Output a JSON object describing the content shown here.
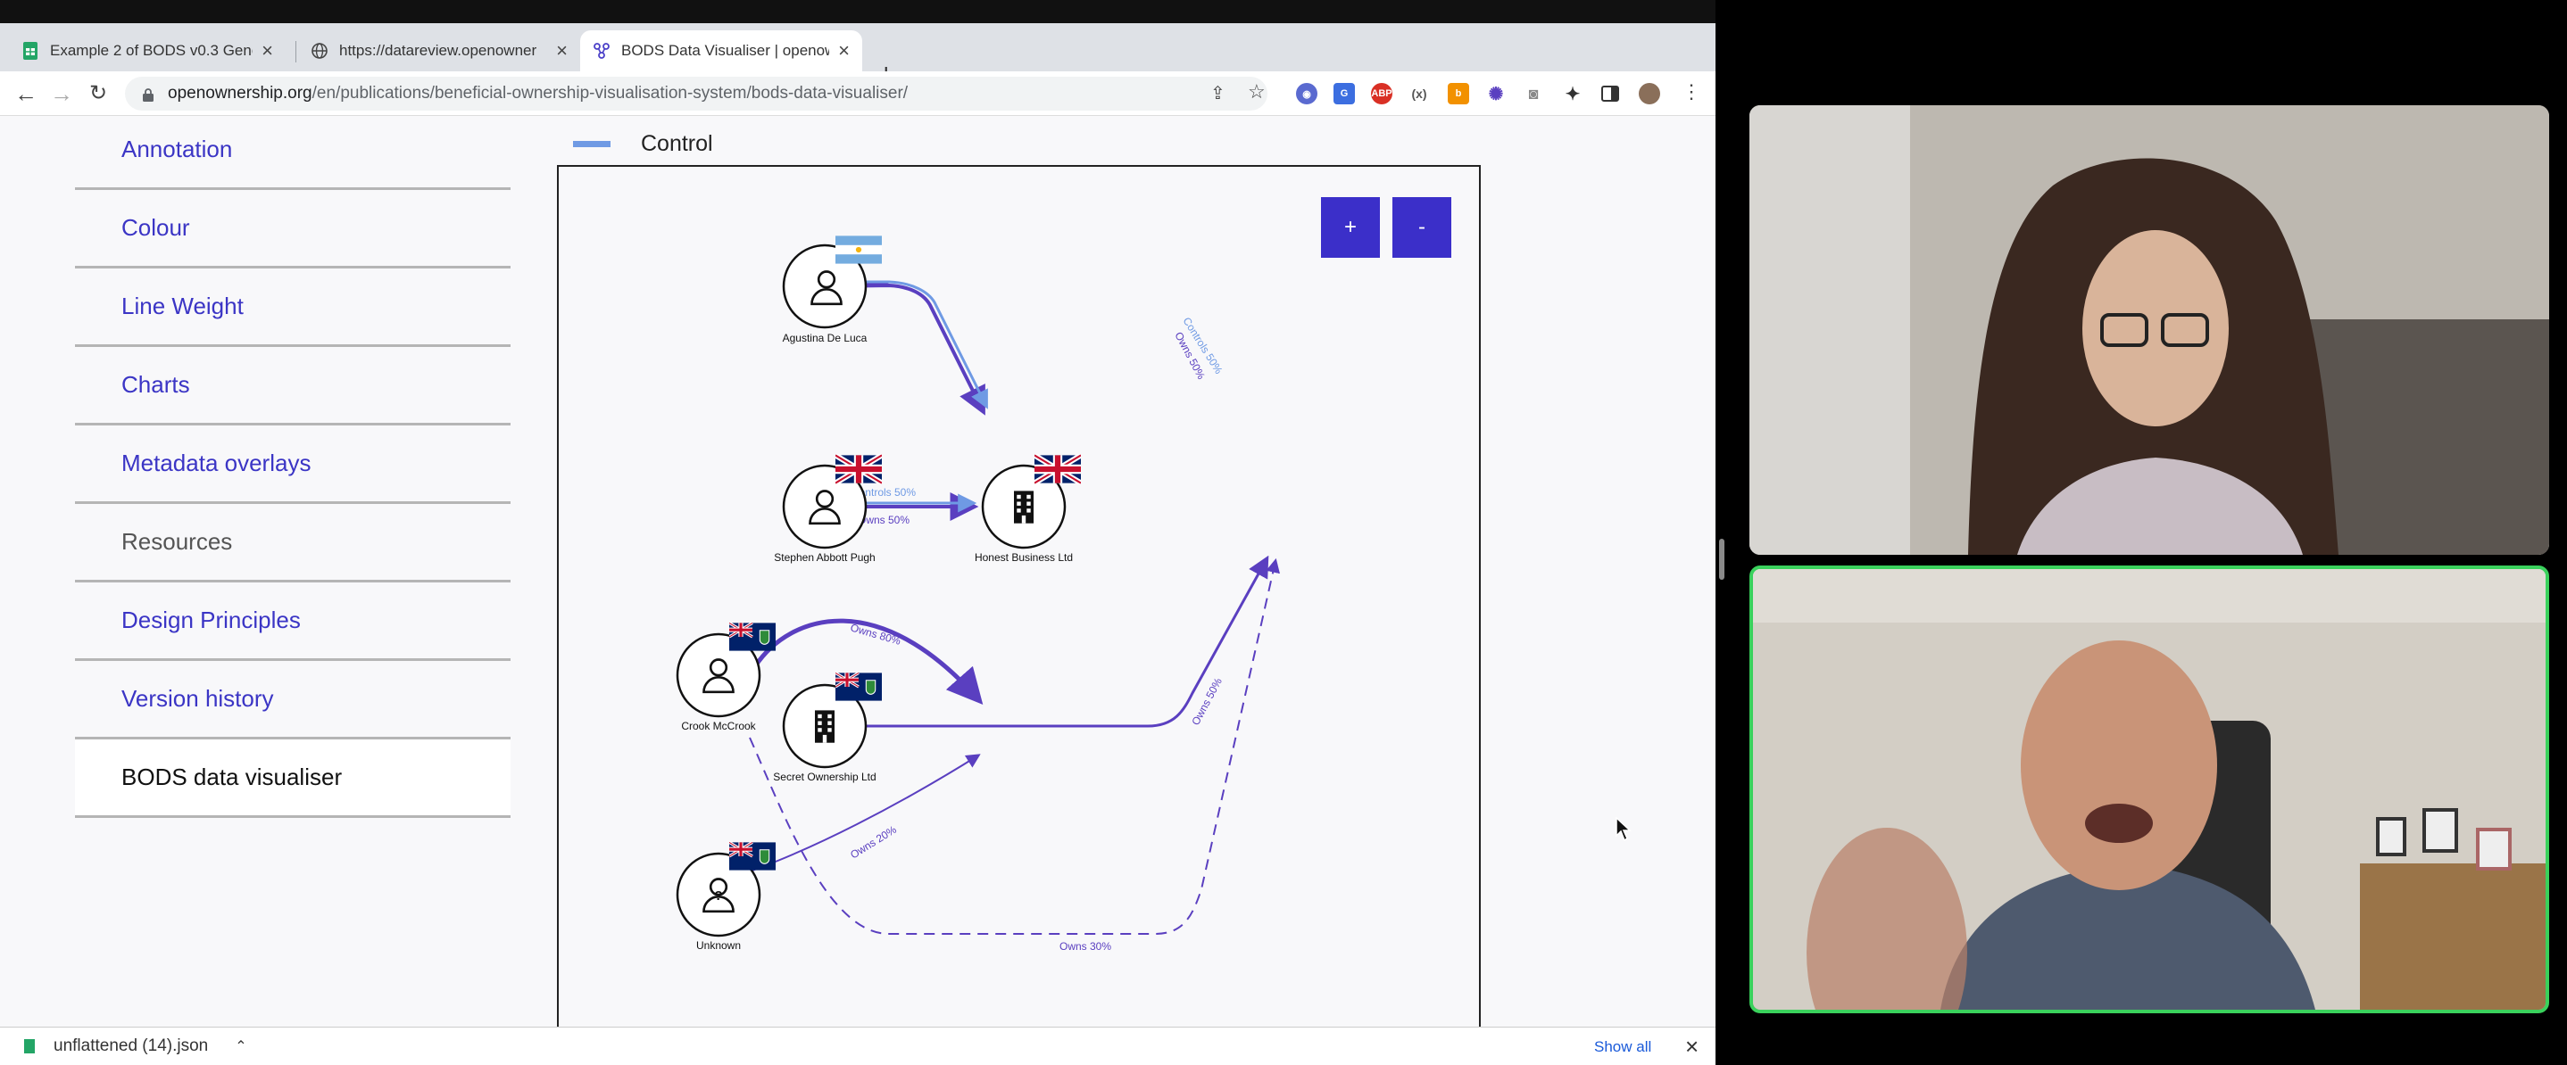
{
  "browser": {
    "tabs": [
      {
        "title": "Example 2 of BODS v0.3 Gene",
        "icon": "sheets-icon"
      },
      {
        "title": "https://datareview.openowner",
        "icon": "globe-icon"
      },
      {
        "title": "BODS Data Visualiser | openow",
        "icon": "openownership-icon"
      }
    ],
    "url_host": "openownership.org",
    "url_path": "/en/publications/beneficial-ownership-visualisation-system/bods-data-visualiser/"
  },
  "sidebar": {
    "items": [
      {
        "label": "Annotation"
      },
      {
        "label": "Colour"
      },
      {
        "label": "Line Weight"
      },
      {
        "label": "Charts"
      },
      {
        "label": "Metadata overlays"
      },
      {
        "label": "Resources"
      },
      {
        "label": "Design Principles"
      },
      {
        "label": "Version history"
      },
      {
        "label": "BODS data visualiser"
      }
    ]
  },
  "legend": {
    "label": "Control",
    "color": "#6f9ae4"
  },
  "zoom": {
    "plus": "+",
    "minus": "-"
  },
  "graph": {
    "nodes": {
      "agustina": "Agustina De Luca",
      "stephen": "Stephen Abbott Pugh",
      "honest": "Honest Business Ltd",
      "crook": "Crook McCrook",
      "secret": "Secret Ownership Ltd",
      "unknown": "Unknown"
    },
    "edges": {
      "agustina_controls": "Controls 50%",
      "agustina_owns": "Owns 50%",
      "stephen_controls": "Controls 50%",
      "stephen_owns": "Owns 50%",
      "crook_owns_secret": "Owns 80%",
      "unknown_owns_secret": "Owns 20%",
      "secret_owns_honest": "Owns 50%",
      "crook_owns_honest": "Owns 30%"
    },
    "colors": {
      "ownership": "#5a3fc0",
      "control": "#6f9ae4"
    }
  },
  "downloads": {
    "file": "unflattened (14).json",
    "show_all": "Show all"
  }
}
